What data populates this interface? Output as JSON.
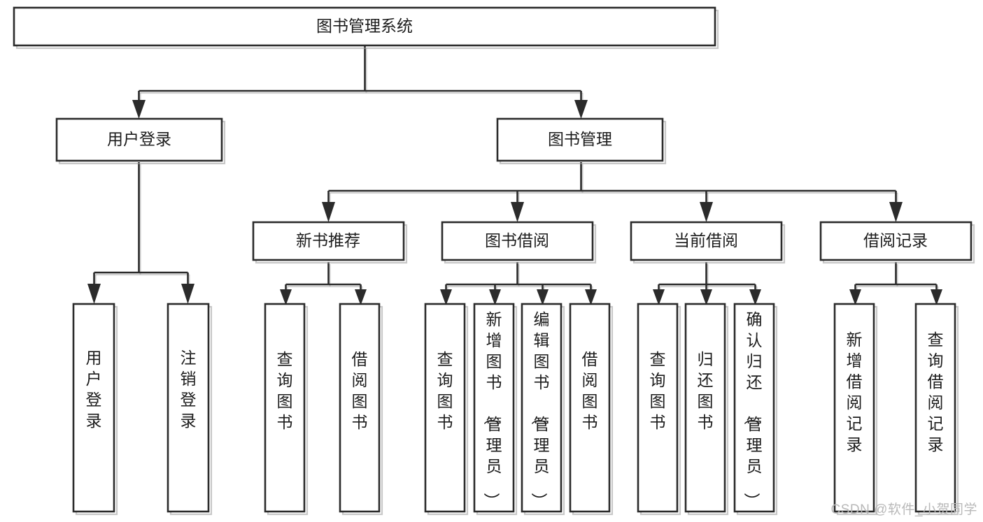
{
  "diagram": {
    "type": "tree-hierarchy-flowchart",
    "orientation": "top-down",
    "root": {
      "id": "root",
      "label": "图书管理系统",
      "text_direction": "horizontal"
    },
    "level2": [
      {
        "id": "user-login",
        "label": "用户登录",
        "text_direction": "horizontal"
      },
      {
        "id": "book-management",
        "label": "图书管理",
        "text_direction": "horizontal"
      }
    ],
    "level3": [
      {
        "id": "new-book-recommend",
        "label": "新书推荐",
        "text_direction": "horizontal",
        "parent": "book-management"
      },
      {
        "id": "book-borrow",
        "label": "图书借阅",
        "text_direction": "horizontal",
        "parent": "book-management"
      },
      {
        "id": "current-borrow",
        "label": "当前借阅",
        "text_direction": "horizontal",
        "parent": "book-management"
      },
      {
        "id": "borrow-record",
        "label": "借阅记录",
        "text_direction": "horizontal",
        "parent": "book-management"
      }
    ],
    "leaves": [
      {
        "id": "leaf-user-login",
        "parent": "user-login",
        "label": "用户登录",
        "text_direction": "vertical"
      },
      {
        "id": "leaf-user-logout",
        "parent": "user-login",
        "label": "注销登录",
        "text_direction": "vertical"
      },
      {
        "id": "leaf-query-book-1",
        "parent": "new-book-recommend",
        "label": "查询图书",
        "text_direction": "vertical"
      },
      {
        "id": "leaf-borrow-book-1",
        "parent": "new-book-recommend",
        "label": "借阅图书",
        "text_direction": "vertical"
      },
      {
        "id": "leaf-query-book-2",
        "parent": "book-borrow",
        "label": "查询图书",
        "text_direction": "vertical"
      },
      {
        "id": "leaf-add-book",
        "parent": "book-borrow",
        "label": "新增图书（管理员）",
        "text_direction": "vertical"
      },
      {
        "id": "leaf-edit-book",
        "parent": "book-borrow",
        "label": "编辑图书（管理员）",
        "text_direction": "vertical"
      },
      {
        "id": "leaf-borrow-book-2",
        "parent": "book-borrow",
        "label": "借阅图书",
        "text_direction": "vertical"
      },
      {
        "id": "leaf-query-book-3",
        "parent": "current-borrow",
        "label": "查询图书",
        "text_direction": "vertical"
      },
      {
        "id": "leaf-return-book",
        "parent": "current-borrow",
        "label": "归还图书",
        "text_direction": "vertical"
      },
      {
        "id": "leaf-confirm-return",
        "parent": "current-borrow",
        "label": "确认归还（管理员）",
        "text_direction": "vertical"
      },
      {
        "id": "leaf-add-borrow-record",
        "parent": "borrow-record",
        "label": "新增借阅记录",
        "text_direction": "vertical"
      },
      {
        "id": "leaf-query-borrow-record",
        "parent": "borrow-record",
        "label": "查询借阅记录",
        "text_direction": "vertical"
      }
    ],
    "watermark": "CSDN @软件_小贺同学",
    "colors": {
      "box_stroke": "#2b2b2b",
      "box_fill": "#ffffff",
      "text": "#1c1c1c",
      "edge": "#2b2b2b",
      "shadow": "#9a9a9a",
      "background": "#ffffff",
      "watermark": "#b9b9b9"
    }
  }
}
